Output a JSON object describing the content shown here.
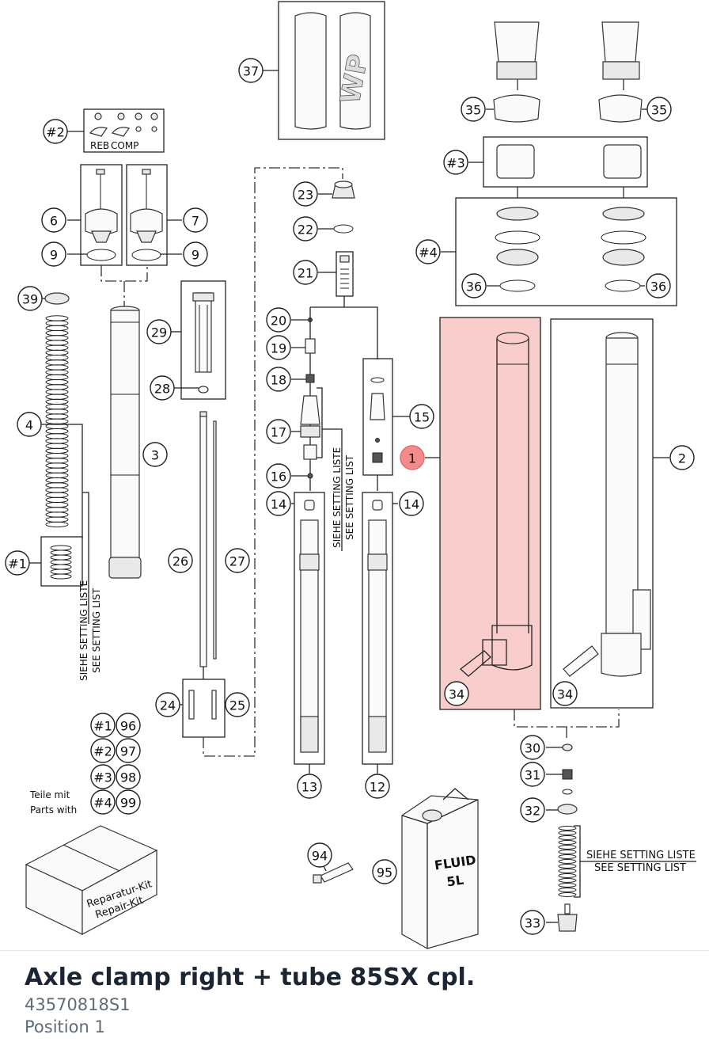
{
  "diagram": {
    "callouts": {
      "c37": "37",
      "h2": "#2",
      "c6": "6",
      "c7": "7",
      "c9a": "9",
      "c9b": "9",
      "c39": "39",
      "c29": "29",
      "c28": "28",
      "c4": "4",
      "c3": "3",
      "h1": "#1",
      "c26": "26",
      "c27": "27",
      "c24": "24",
      "c25": "25",
      "c23": "23",
      "c22": "22",
      "c21": "21",
      "c20": "20",
      "c19": "19",
      "c18": "18",
      "c17": "17",
      "c16": "16",
      "c14a": "14",
      "c14b": "14",
      "c15": "15",
      "c13": "13",
      "c12": "12",
      "c35a": "35",
      "c35b": "35",
      "h3": "#3",
      "h4": "#4",
      "c36a": "36",
      "c36b": "36",
      "c1": "1",
      "c2": "2",
      "c34a": "34",
      "c34b": "34",
      "c30": "30",
      "c31": "31",
      "c32": "32",
      "c33": "33",
      "k1a": "#1",
      "k1b": "96",
      "k2a": "#2",
      "k2b": "97",
      "k3a": "#3",
      "k3b": "98",
      "k4a": "#4",
      "k4b": "99",
      "c94": "94",
      "c95": "95"
    },
    "labels": {
      "reb": "REB",
      "comp": "COMP",
      "teile_mit": "Teile mit",
      "parts_with": "Parts with",
      "siehe": "SIEHE SETTING LISTE",
      "see": "SEE SETTING LIST",
      "repair_de": "Reparatur-Kit",
      "repair_en": "Repair-Kit",
      "fluid": "FLUID",
      "fluid_volume": "5L",
      "wp_logo": "WP"
    },
    "highlight_color": "#f28b8b"
  },
  "footer": {
    "title": "Axle clamp right + tube 85SX cpl.",
    "part_number": "43570818S1",
    "position": "Position 1"
  }
}
